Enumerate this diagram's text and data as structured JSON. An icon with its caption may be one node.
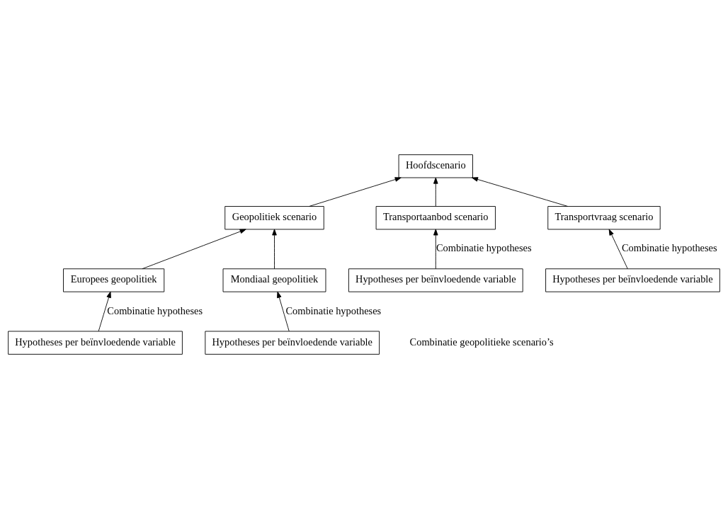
{
  "diagram": {
    "nodes": [
      {
        "text": [
          "Hoofdscenario"
        ]
      },
      {
        "text": [
          "Geopolitiek scenario"
        ]
      },
      {
        "text": [
          "Transportaanbod scenario"
        ]
      },
      {
        "text": [
          "Transportvraag scenario"
        ]
      },
      {
        "text": [
          "Europees geopolitiek"
        ]
      },
      {
        "text": [
          "Mondiaal geopolitiek"
        ]
      },
      {
        "text": [
          "Hypotheses per beïnvloedende variable"
        ]
      },
      {
        "text": [
          "Hypotheses per beïnvloedende variable"
        ]
      },
      {
        "text": [
          "Hypotheses per beïnvloedende variable"
        ]
      },
      {
        "text": [
          "Hypotheses per beïnvloedende variable"
        ]
      }
    ],
    "edges": [
      {
        "from": 1,
        "to": 0,
        "arrow": "to"
      },
      {
        "from": 2,
        "to": 0,
        "arrow": "to"
      },
      {
        "from": 3,
        "to": 0,
        "arrow": "to"
      },
      {
        "from": 4,
        "to": 1,
        "arrow": "to"
      },
      {
        "from": 5,
        "to": 1,
        "arrow": "to"
      },
      {
        "from": 8,
        "to": 2,
        "arrow": "to",
        "label": "Combinatie hypotheses"
      },
      {
        "from": 9,
        "to": 3,
        "arrow": "to",
        "label": "Combinatie hypotheses"
      },
      {
        "from": 6,
        "to": 4,
        "arrow": "to",
        "label": "Combinatie hypotheses"
      },
      {
        "from": 7,
        "to": 5,
        "arrow": "to",
        "label": "Combinatie hypotheses"
      }
    ],
    "labels": [
      "Combinatie geopolitieke scenario’s"
    ]
  }
}
